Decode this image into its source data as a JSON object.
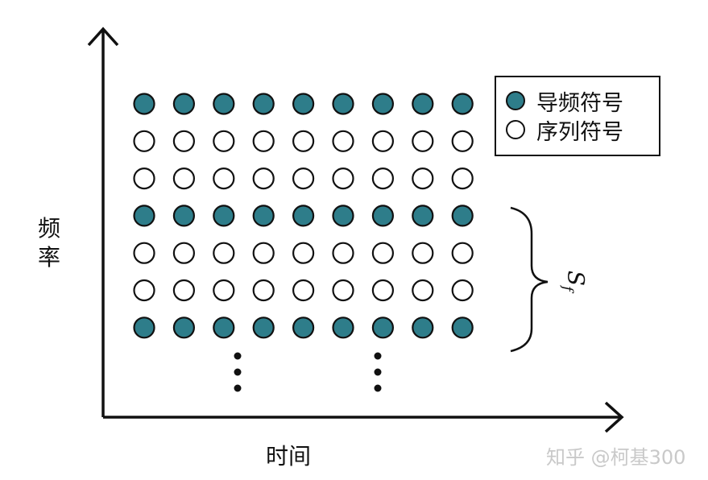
{
  "axes": {
    "y_label_chars": [
      "频",
      "率"
    ],
    "x_label": "时间"
  },
  "grid": {
    "columns": 9,
    "rows": [
      "pilot",
      "sequence",
      "sequence",
      "pilot",
      "sequence",
      "sequence",
      "pilot"
    ],
    "continuation_marks": 2
  },
  "legend": {
    "pilot_label": "导频符号",
    "sequence_label": "序列符号"
  },
  "brace_label": {
    "symbol": "S",
    "subscript": "f"
  },
  "watermark": "知乎 @柯基300",
  "colors": {
    "pilot_fill": "#2e7d8a",
    "outline": "#111111",
    "sequence_fill": "#ffffff"
  }
}
